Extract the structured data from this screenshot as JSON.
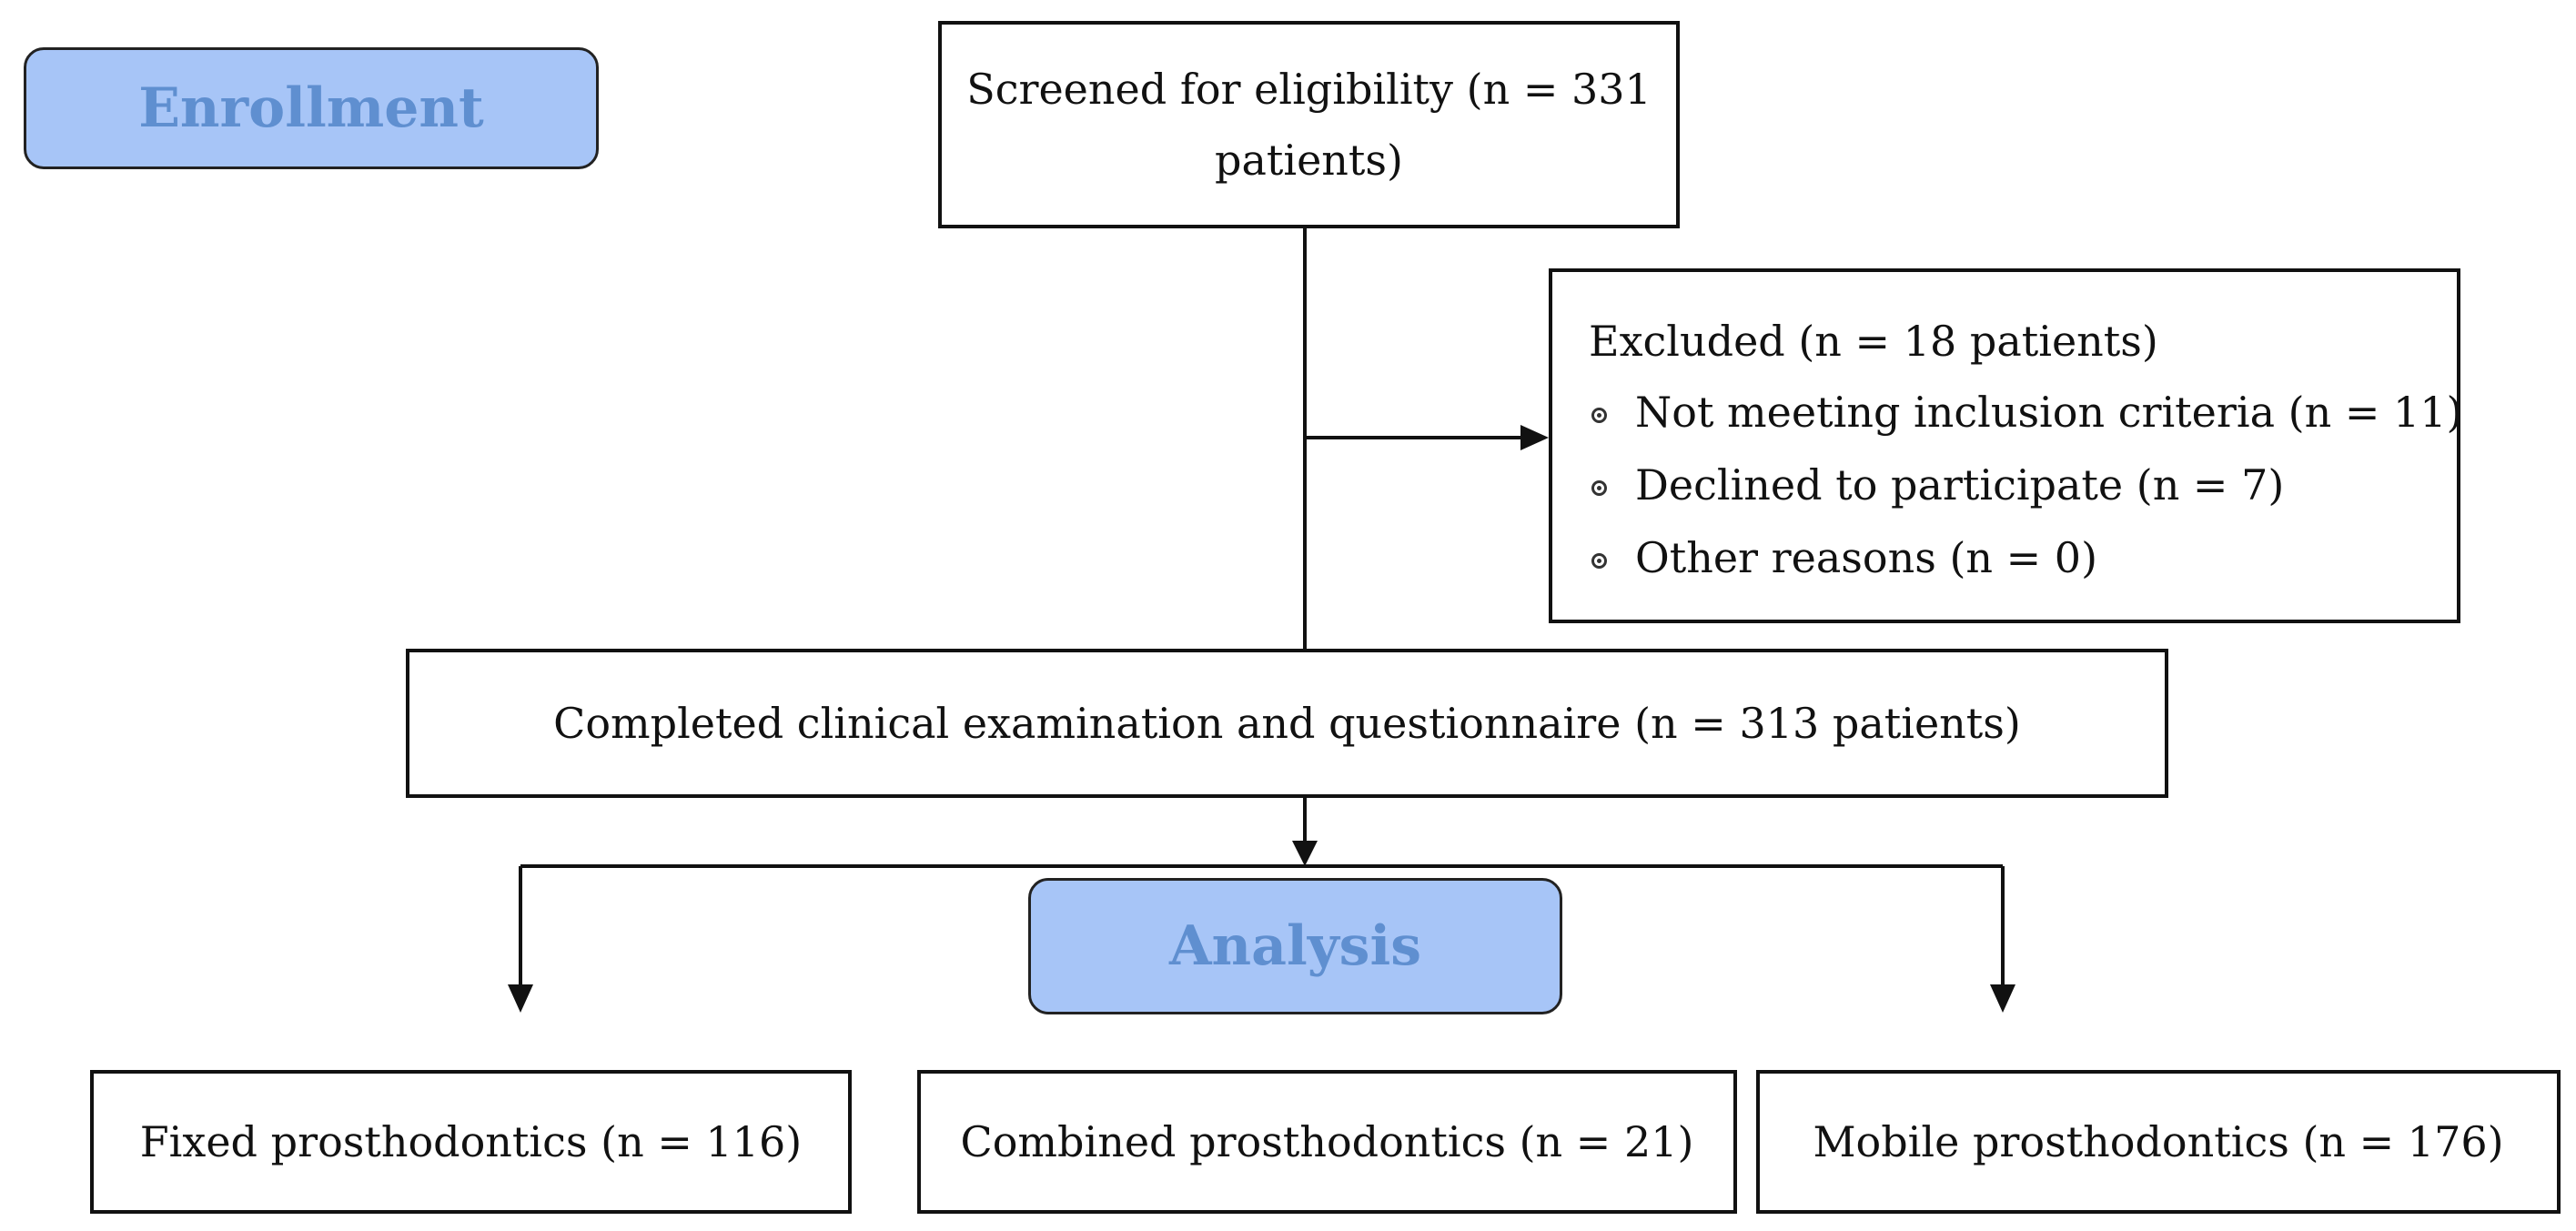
{
  "stages": {
    "enrollment": "Enrollment",
    "analysis": "Analysis"
  },
  "screened": {
    "label": "Screened for eligibility (n = 331 patients)"
  },
  "excluded": {
    "title": "Excluded (n = 18 patients)",
    "items": [
      {
        "label": "Not meeting inclusion criteria (n = 11)"
      },
      {
        "label": "Declined to participate (n = 7)"
      },
      {
        "label": "Other reasons (n = 0)"
      }
    ]
  },
  "completed": {
    "label": "Completed clinical examination and questionnaire (n = 313 patients)"
  },
  "groups": [
    {
      "label": "Fixed prosthodontics (n = 116)"
    },
    {
      "label": "Combined prosthodontics (n = 21)"
    },
    {
      "label": "Mobile prosthodontics (n = 176)"
    }
  ],
  "colors": {
    "stage_fill": "#a7c5f7",
    "stage_text": "#5f8fd0",
    "line": "#111111"
  }
}
